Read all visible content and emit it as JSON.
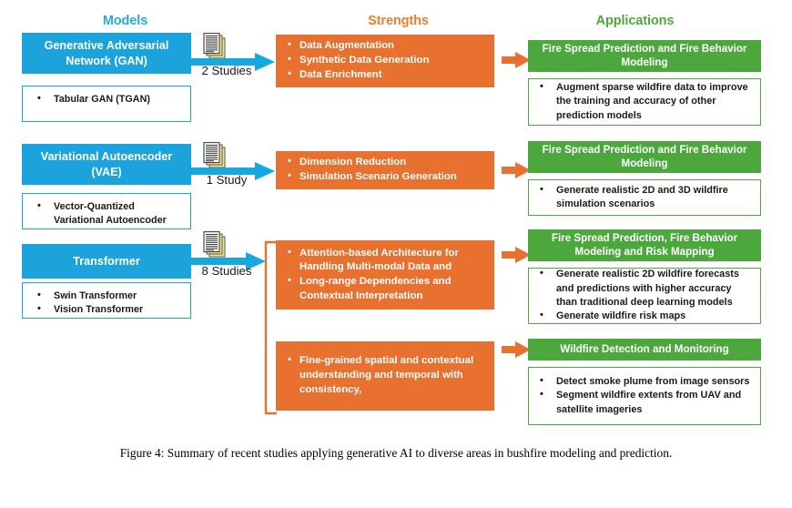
{
  "figure": {
    "caption": "Figure 4: Summary of recent studies applying generative AI to diverse areas in bushfire modeling and prediction."
  },
  "colors": {
    "models_blue": "#1CA3DC",
    "strengths_orange": "#E8712F",
    "applications_green": "#4CA83D",
    "header_blue": "#29A8DF",
    "header_orange": "#ED7D31",
    "header_green": "#4CA83D",
    "text_dark": "#1a1a1a",
    "white": "#ffffff"
  },
  "headers": {
    "models": "Models",
    "strengths": "Strengths",
    "applications": "Applications"
  },
  "rows": [
    {
      "model": {
        "title": "Generative Adversarial Network (GAN)",
        "examples": [
          "Tabular GAN (TGAN)"
        ]
      },
      "connector": {
        "label": "2 Studies",
        "icon": "documents-stack-icon"
      },
      "strengths": [
        "Data Augmentation",
        "Synthetic Data Generation",
        "Data Enrichment"
      ],
      "applications": [
        {
          "title": "Fire Spread Prediction and Fire Behavior Modeling",
          "items": [
            "Augment sparse wildfire data to improve the training and accuracy of other prediction models"
          ]
        }
      ]
    },
    {
      "model": {
        "title": "Variational Autoencoder (VAE)",
        "examples": [
          "Vector-Quantized Variational Autoencoder"
        ]
      },
      "connector": {
        "label": "1 Study",
        "icon": "documents-stack-icon"
      },
      "strengths": [
        "Dimension Reduction",
        "Simulation Scenario Generation"
      ],
      "applications": [
        {
          "title": "Fire Spread Prediction and Fire Behavior Modeling",
          "items": [
            "Generate realistic 2D and 3D wildfire simulation scenarios"
          ]
        }
      ]
    },
    {
      "model": {
        "title": "Transformer",
        "examples": [
          "Swin Transformer",
          "Vision Transformer"
        ]
      },
      "connector": {
        "label": "8 Studies",
        "icon": "documents-stack-icon"
      },
      "strengths_a": [
        "Attention-based Architecture for Handling Multi-modal Data and",
        "Long-range Dependencies and Contextual Interpretation"
      ],
      "strengths_b": [
        "Fine-grained spatial and contextual understanding and temporal with consistency,"
      ],
      "applications": [
        {
          "title": "Fire Spread Prediction, Fire Behavior Modeling and Risk Mapping",
          "items": [
            "Generate realistic 2D wildfire forecasts and predictions with higher accuracy than traditional deep learning models",
            "Generate wildfire risk maps"
          ]
        },
        {
          "title": "Wildfire Detection and Monitoring",
          "items": [
            "Detect smoke plume from image sensors",
            "Segment wildfire extents from UAV and satellite imageries"
          ]
        }
      ]
    }
  ]
}
